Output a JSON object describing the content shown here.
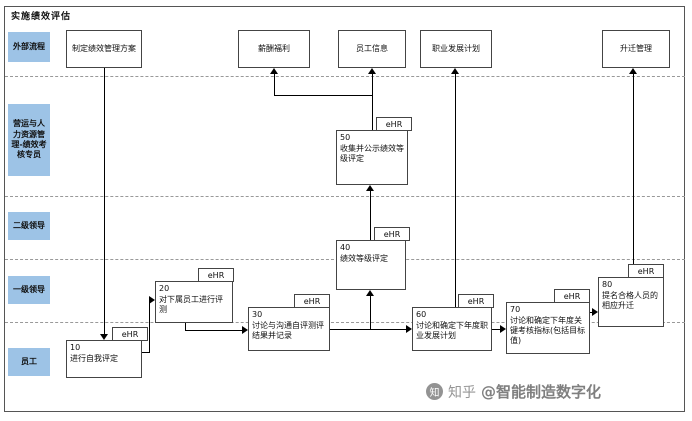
{
  "title": "实施绩效评估",
  "lanes": [
    {
      "label": "外部流程"
    },
    {
      "label": "营运与人力资源管理-绩效考核专员"
    },
    {
      "label": "二级领导"
    },
    {
      "label": "一级领导"
    },
    {
      "label": "员工"
    }
  ],
  "external_boxes": [
    {
      "label": "制定绩效管理方案"
    },
    {
      "label": "薪酬福利"
    },
    {
      "label": "员工信息"
    },
    {
      "label": "职业发展计划"
    },
    {
      "label": "升迁管理"
    }
  ],
  "steps": [
    {
      "id": "10",
      "label": "进行自我评定",
      "tag": "eHR"
    },
    {
      "id": "20",
      "label": "对下属员工进行评测",
      "tag": "eHR"
    },
    {
      "id": "30",
      "label": "讨论与沟通自评测评结果并记录",
      "tag": "eHR"
    },
    {
      "id": "40",
      "label": "绩效等级评定",
      "tag": "eHR"
    },
    {
      "id": "50",
      "label": "收集并公示绩效等级评定",
      "tag": "eHR"
    },
    {
      "id": "60",
      "label": "讨论和确定下年度职业发展计划",
      "tag": "eHR"
    },
    {
      "id": "70",
      "label": "讨论和确定下年度关键考核指标(包括目标值)",
      "tag": "eHR"
    },
    {
      "id": "80",
      "label": "提名合格人员的相应升迁",
      "tag": "eHR"
    }
  ],
  "watermark": {
    "brand": "知乎",
    "handle": "@智能制造数字化"
  },
  "colors": {
    "lane_label_bg": "#9DC3E6",
    "line": "#000000"
  }
}
